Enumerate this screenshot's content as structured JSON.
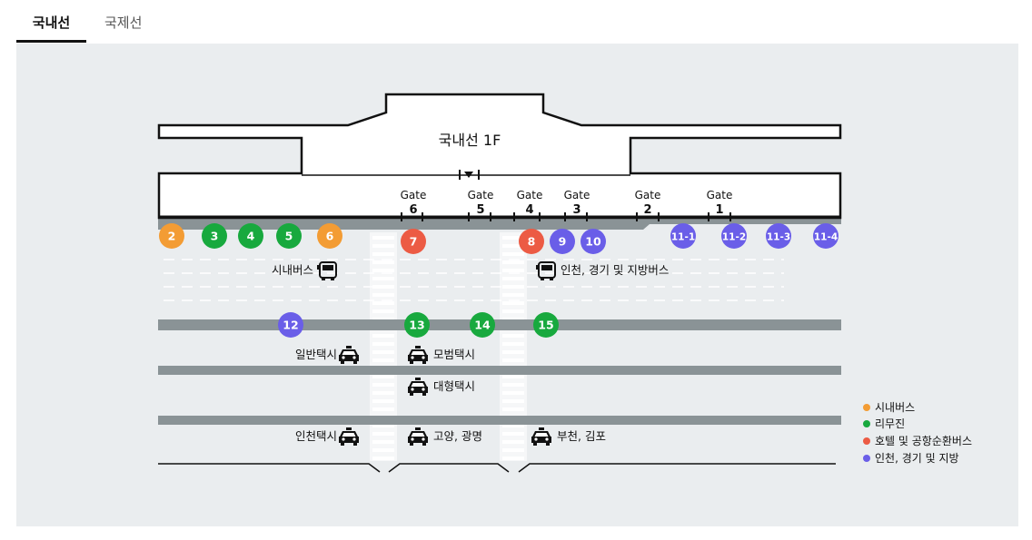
{
  "tabs": [
    {
      "label": "국내선",
      "active": true
    },
    {
      "label": "국제선",
      "active": false
    }
  ],
  "map": {
    "floor_label": "국내선 1F",
    "gate_word": "Gate",
    "gates": [
      "6",
      "5",
      "4",
      "3",
      "2",
      "1"
    ],
    "colors": {
      "city_bus": "#f39c34",
      "limousine": "#18a93e",
      "hotel_shuttle": "#ec5b44",
      "incheon_regional": "#6a5ee8",
      "road": "#8a9396",
      "background": "#eaedef"
    },
    "stops": [
      {
        "label": "2",
        "type": "city_bus"
      },
      {
        "label": "3",
        "type": "limousine"
      },
      {
        "label": "4",
        "type": "limousine"
      },
      {
        "label": "5",
        "type": "limousine"
      },
      {
        "label": "6",
        "type": "city_bus"
      },
      {
        "label": "7",
        "type": "hotel_shuttle"
      },
      {
        "label": "8",
        "type": "hotel_shuttle"
      },
      {
        "label": "9",
        "type": "incheon_regional"
      },
      {
        "label": "10",
        "type": "incheon_regional"
      },
      {
        "label": "11-1",
        "type": "incheon_regional"
      },
      {
        "label": "11-2",
        "type": "incheon_regional"
      },
      {
        "label": "11-3",
        "type": "incheon_regional"
      },
      {
        "label": "11-4",
        "type": "incheon_regional"
      },
      {
        "label": "12",
        "type": "incheon_regional"
      },
      {
        "label": "13",
        "type": "limousine"
      },
      {
        "label": "14",
        "type": "limousine"
      },
      {
        "label": "15",
        "type": "limousine"
      }
    ],
    "zones": {
      "city_bus": "시내버스",
      "incheon_bus": "인천, 경기 및 지방버스",
      "regular_taxi": "일반택시",
      "model_taxi": "모범택시",
      "large_taxi": "대형택시",
      "incheon_taxi": "인천택시",
      "goyang_taxi": "고양, 광명",
      "bucheon_taxi": "부천, 김포"
    },
    "icons": {
      "bus": "bus-icon",
      "taxi": "taxi-icon",
      "entrance": "entrance-arrow-icon"
    }
  },
  "legend": [
    {
      "label": "시내버스",
      "type": "city_bus"
    },
    {
      "label": "리무진",
      "type": "limousine"
    },
    {
      "label": "호텔 및 공항순환버스",
      "type": "hotel_shuttle"
    },
    {
      "label": "인천, 경기 및 지방",
      "type": "incheon_regional"
    }
  ]
}
